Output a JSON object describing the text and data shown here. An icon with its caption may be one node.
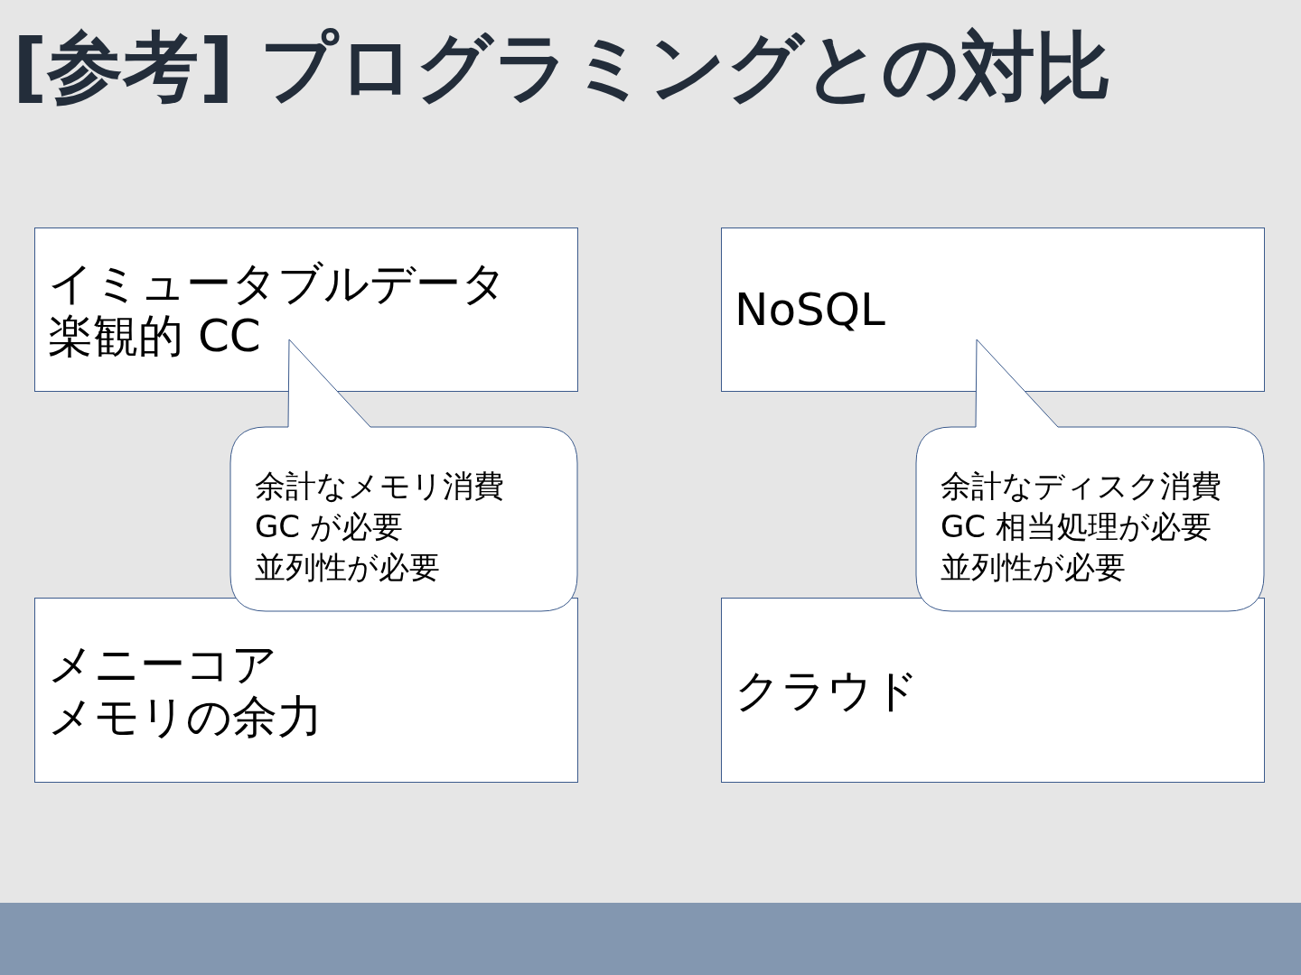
{
  "diagram": {
    "title": "[参考] プログラミングとの対比",
    "nodes": [
      {
        "text": [
          "イミュータブルデータ",
          "楽観的 CC"
        ]
      },
      {
        "text": [
          "NoSQL"
        ]
      },
      {
        "text": [
          "余計なメモリ消費",
          "GC が必要",
          "並列性が必要"
        ]
      },
      {
        "text": [
          "余計なディスク消費",
          "GC 相当処理が必要",
          "並列性が必要"
        ]
      },
      {
        "text": [
          "メニーコア",
          "メモリの余力"
        ]
      },
      {
        "text": [
          "クラウド"
        ]
      }
    ]
  }
}
